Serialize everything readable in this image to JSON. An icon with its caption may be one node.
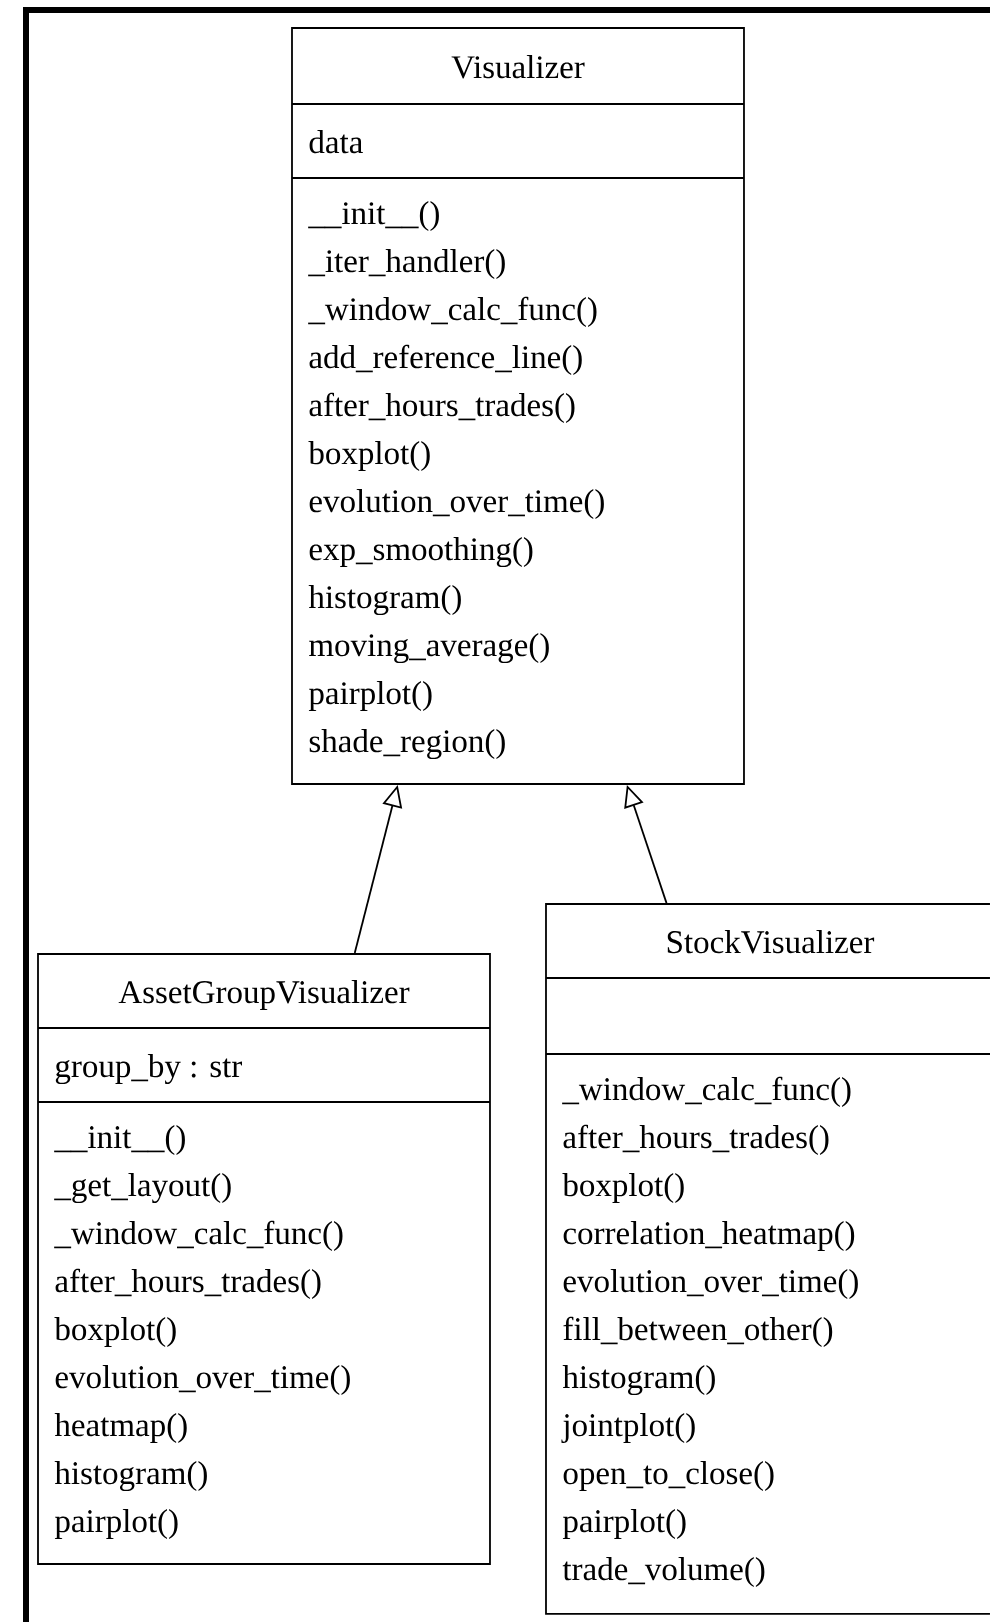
{
  "diagram": {
    "nodes": [
      {
        "text": [
          "Visualizer",
          "data",
          "__init__()",
          "_iter_handler()",
          "_window_calc_func()",
          "add_reference_line()",
          "after_hours_trades()",
          "boxplot()",
          "evolution_over_time()",
          "exp_smoothing()",
          "histogram()",
          "moving_average()",
          "pairplot()",
          "shade_region()"
        ]
      },
      {
        "text": [
          "AssetGroupVisualizer",
          "group_by : str",
          "__init__()",
          "_get_layout()",
          "_window_calc_func()",
          "after_hours_trades()",
          "boxplot()",
          "evolution_over_time()",
          "heatmap()",
          "histogram()",
          "pairplot()"
        ]
      },
      {
        "text": [
          "StockVisualizer",
          "_window_calc_func()",
          "after_hours_trades()",
          "boxplot()",
          "correlation_heatmap()",
          "evolution_over_time()",
          "fill_between_other()",
          "histogram()",
          "jointplot()",
          "open_to_close()",
          "pairplot()",
          "trade_volume()"
        ]
      }
    ],
    "edges": [
      {
        "from": 1,
        "to": 0,
        "arrow": "to"
      },
      {
        "from": 2,
        "to": 0,
        "arrow": "to"
      }
    ]
  }
}
